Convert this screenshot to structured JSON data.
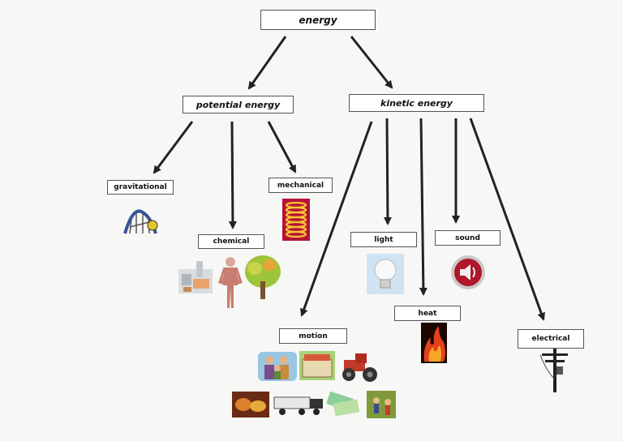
{
  "diagram": {
    "root": "energy",
    "branches": {
      "potential": "potential energy",
      "kinetic": "kinetic energy"
    },
    "potential_types": {
      "gravitational": "gravitational",
      "chemical": "chemical",
      "mechanical": "mechanical"
    },
    "kinetic_types": {
      "light": "light",
      "sound": "sound",
      "heat": "heat",
      "motion": "motion",
      "electrical": "electrical"
    }
  },
  "colors": {
    "arrow": "#222222",
    "label_border": "#555555",
    "background": "#f7f7f5"
  },
  "icons": [
    "roller-coaster-icon",
    "factory-icon",
    "human-body-icon",
    "tree-icon",
    "spring-icon",
    "light-bulb-icon",
    "speaker-icon",
    "fire-icon",
    "family-icon",
    "crate-icon",
    "tractor-icon",
    "food-icon",
    "truck-icon",
    "money-icon",
    "sports-field-icon",
    "power-pole-icon"
  ]
}
